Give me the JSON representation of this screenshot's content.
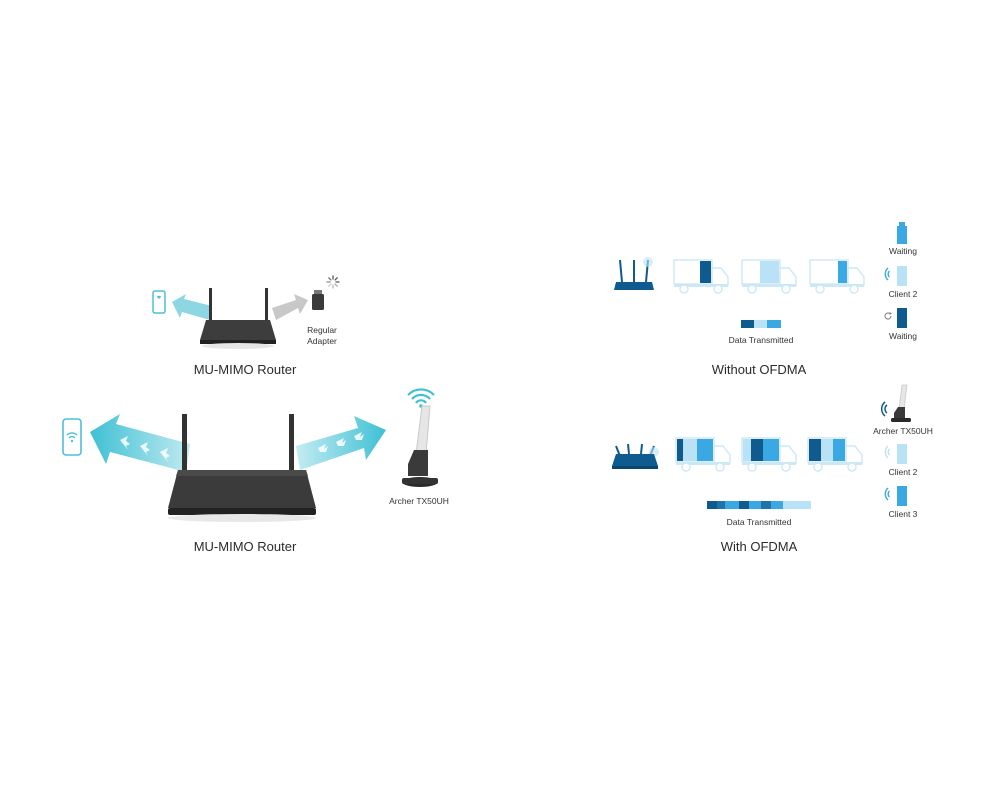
{
  "left_top": {
    "caption": "MU-MIMO Router",
    "adapter_label_line1": "Regular",
    "adapter_label_line2": "Adapter"
  },
  "left_bottom": {
    "caption": "MU-MIMO Router",
    "adapter_label": "Archer TX50UH"
  },
  "right_top": {
    "caption": "Without OFDMA",
    "data_label": "Data Transmitted",
    "clients": [
      "Waiting",
      "Client 2",
      "Waiting"
    ]
  },
  "right_bottom": {
    "caption": "With OFDMA",
    "data_label": "Data Transmitted",
    "clients": [
      "Archer TX50UH",
      "Client 2",
      "Client 3"
    ]
  },
  "colors": {
    "dark_blue": "#0f5a8e",
    "mid_blue": "#3aa9e3",
    "light_blue": "#b9e2f6",
    "cyan_arrow": "#5bc8d8",
    "router_dark": "#3a3a3a"
  }
}
